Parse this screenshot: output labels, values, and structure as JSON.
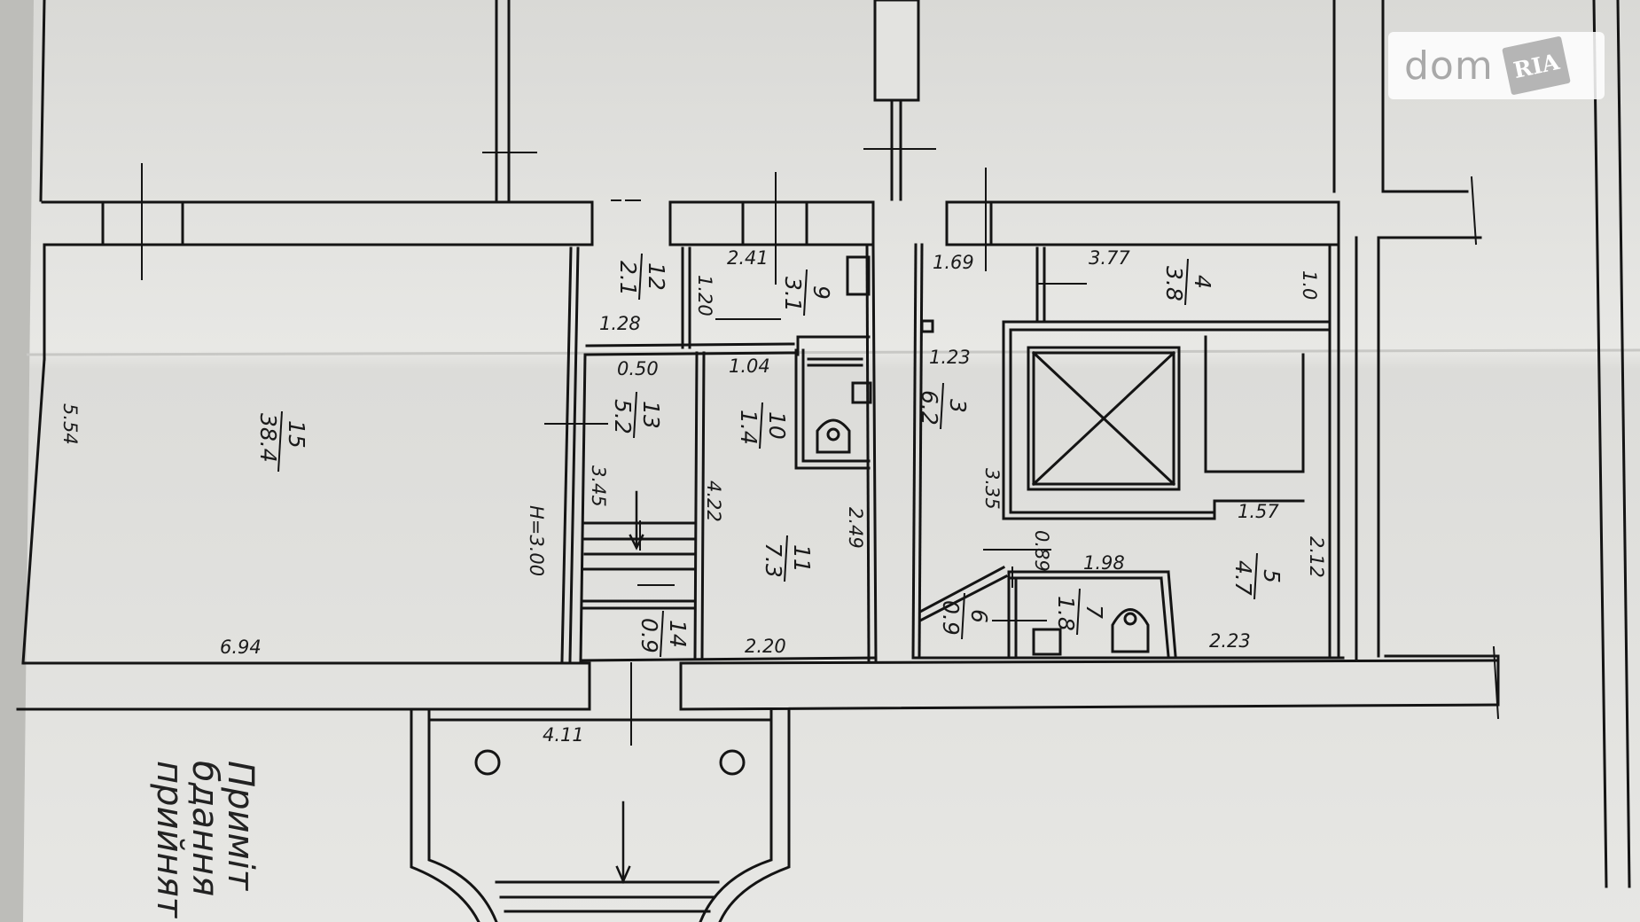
{
  "watermark": {
    "text": "dom",
    "logo_text": "RIA"
  },
  "rooms": [
    {
      "id": "15",
      "number": "15",
      "area": "38.4"
    },
    {
      "id": "12",
      "number": "12",
      "area": "2.1"
    },
    {
      "id": "13",
      "number": "13",
      "area": "5.2"
    },
    {
      "id": "14",
      "number": "14",
      "area": "0.9"
    },
    {
      "id": "9",
      "number": "9",
      "area": "3.1"
    },
    {
      "id": "10",
      "number": "10",
      "area": "1.4"
    },
    {
      "id": "11",
      "number": "11",
      "area": "7.3"
    },
    {
      "id": "3",
      "number": "3",
      "area": "6.2"
    },
    {
      "id": "4",
      "number": "4",
      "area": "3.8"
    },
    {
      "id": "5",
      "number": "5",
      "area": "4.7"
    },
    {
      "id": "6",
      "number": "6",
      "area": "0.9"
    },
    {
      "id": "7",
      "number": "7",
      "area": "1.8"
    }
  ],
  "dimensions": {
    "d_554": "5.54",
    "d_694": "6.94",
    "d_h300": "H=3.00",
    "d_345": "3.45",
    "d_128": "1.28",
    "d_050": "0.50",
    "d_120": "1.20",
    "d_241": "2.41",
    "d_104": "1.04",
    "d_422": "4.22",
    "d_249": "2.49",
    "d_220": "2.20",
    "d_169": "1.69",
    "d_377": "3.77",
    "d_10": "1.0",
    "d_123": "1.23",
    "d_335": "3.35",
    "d_157": "1.57",
    "d_212": "2.12",
    "d_089": "0.89",
    "d_198": "1.98",
    "d_223": "2.23",
    "d_411": "4.11"
  },
  "note": {
    "line1": "Приміт",
    "line2": "бдання",
    "line3": "прийнят"
  },
  "colors": {
    "paper": "#e6e6e3",
    "ink": "#141414",
    "shadow": "#b9b9b6"
  }
}
